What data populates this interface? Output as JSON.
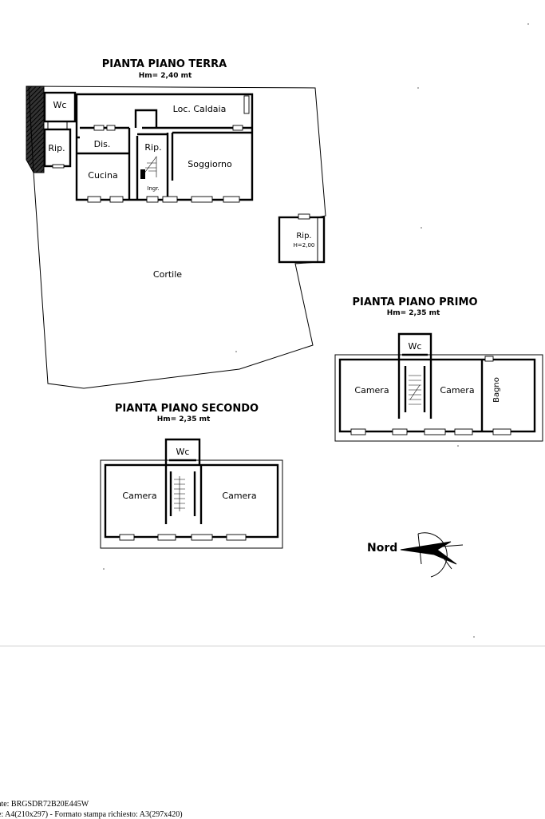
{
  "ground_floor": {
    "title": "PIANTA PIANO TERRA",
    "height": "Hm= 2,40 mt",
    "rooms": {
      "wc": "Wc",
      "loc_caldaia": "Loc. Caldaia",
      "rip_left": "Rip.",
      "dis": "Dis.",
      "rip_center": "Rip.",
      "cucina": "Cucina",
      "soggiorno": "Soggiorno",
      "ingr": "Ingr.",
      "rip_annex": "Rip.",
      "annex_height": "H=2,00",
      "cortile": "Cortile"
    }
  },
  "first_floor": {
    "title": "PIANTA PIANO PRIMO",
    "height": "Hm= 2,35 mt",
    "rooms": {
      "wc": "Wc",
      "camera_left": "Camera",
      "camera_right": "Camera",
      "bagno": "Bagno"
    }
  },
  "second_floor": {
    "title": "PIANTA PIANO SECONDO",
    "height": "Hm= 2,35 mt",
    "rooms": {
      "wc": "Wc",
      "camera_left": "Camera",
      "camera_right": "Camera"
    }
  },
  "north_label": "Nord",
  "footer": {
    "line1": "ente: BRGSDR72B20E445W",
    "line2": "ne: A4(210x297)  - Formato stampa richiesto: A3(297x420)"
  }
}
